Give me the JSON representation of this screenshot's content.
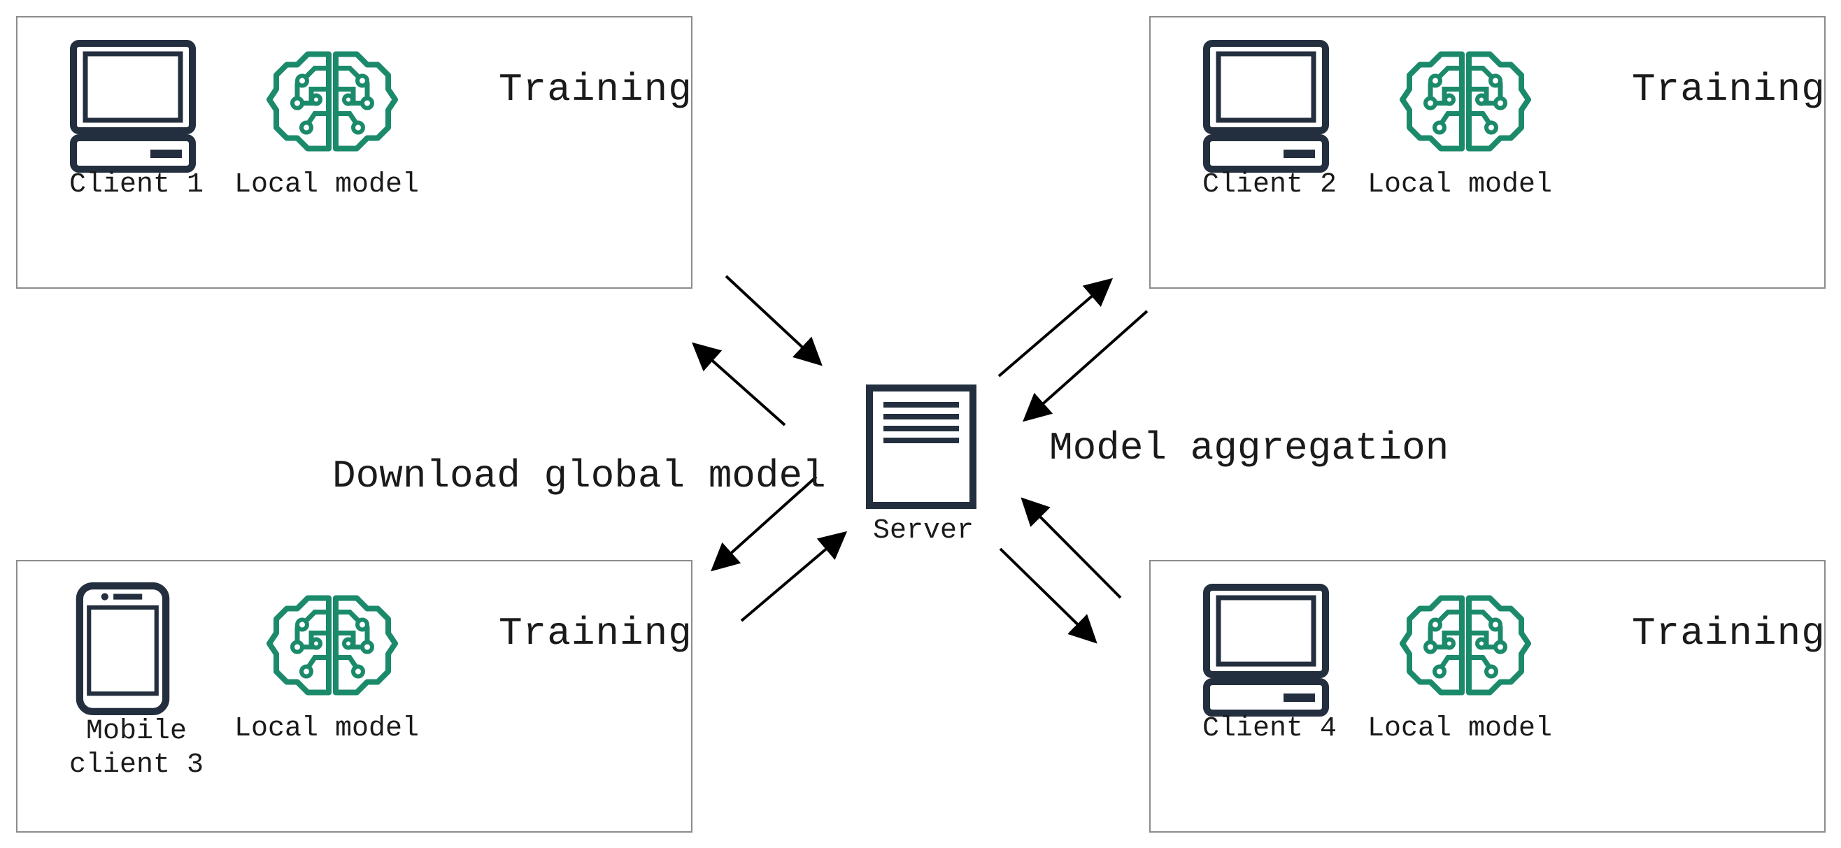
{
  "panels": {
    "client1": {
      "training": "Training",
      "device_label": "Client 1",
      "model_label": "Local model"
    },
    "client2": {
      "training": "Training",
      "device_label": "Client 2",
      "model_label": "Local model"
    },
    "client3": {
      "training": "Training",
      "device_label": "Mobile client 3",
      "model_label": "Local model"
    },
    "client4": {
      "training": "Training",
      "device_label": "Client 4",
      "model_label": "Local model"
    }
  },
  "server": {
    "label": "Server"
  },
  "labels": {
    "download": "Download global model",
    "aggregation": "Model aggregation"
  },
  "icons": {
    "device": "computer-icon",
    "mobile": "smartphone-icon",
    "model": "brain-circuit-icon",
    "server": "server-icon"
  },
  "colors": {
    "icon_dark": "#232f3e",
    "icon_teal": "#1b8a6b",
    "panel_border": "#8c8c8c",
    "arrow": "#000000"
  }
}
